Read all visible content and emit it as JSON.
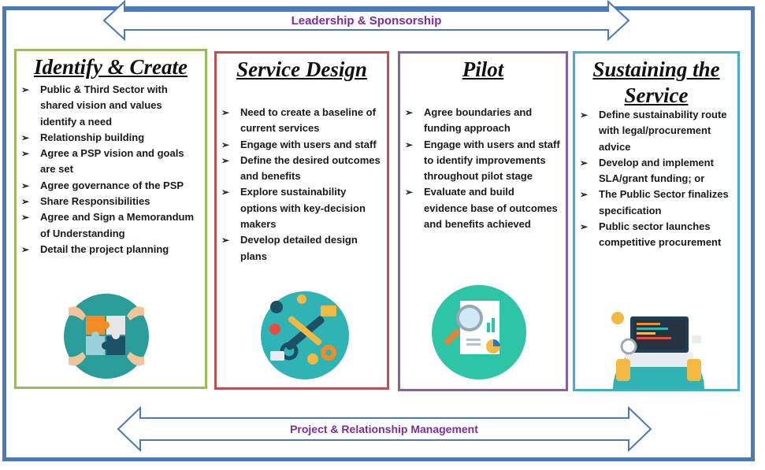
{
  "top_banner": {
    "label": "Leadership & Sponsorship"
  },
  "bottom_banner": {
    "label": "Project & Relationship Management"
  },
  "colors": {
    "frame": "#4a7ab8",
    "banner_text": "#7b2d9a",
    "panel1": "#9bbb59",
    "panel2": "#c0504d",
    "panel3": "#8064a2",
    "panel4": "#4bacc6"
  },
  "panels": [
    {
      "title": "Identify & Create",
      "items": [
        "Public & Third Sector with shared vision and values identify a need",
        "Relationship building",
        "Agree a PSP vision and goals are set",
        "Agree governance of the PSP",
        "Share Responsibilities",
        "Agree and Sign a Memorandum of Understanding",
        "Detail the project planning"
      ],
      "icon": "puzzle-hands-icon"
    },
    {
      "title": "Service Design",
      "items": [
        "Need to create a baseline of current services",
        "Engage with users and staff",
        "Define the desired outcomes and benefits",
        "Explore sustainability options with key-decision makers",
        "Develop detailed design plans"
      ],
      "icon": "tools-gears-icon"
    },
    {
      "title": "Pilot",
      "items": [
        "Agree boundaries and funding approach",
        "Engage with users and staff to identify improvements throughout pilot stage",
        "Evaluate and build evidence base of outcomes and benefits achieved"
      ],
      "icon": "magnifier-report-icon"
    },
    {
      "title": "Sustaining the Service",
      "items": [
        "Define sustainability route with legal/procurement advice",
        "Develop and implement SLA/grant funding; or",
        "The Public Sector finalizes specification",
        "Public sector launches competitive procurement"
      ],
      "icon": "laptop-typing-icon"
    }
  ]
}
